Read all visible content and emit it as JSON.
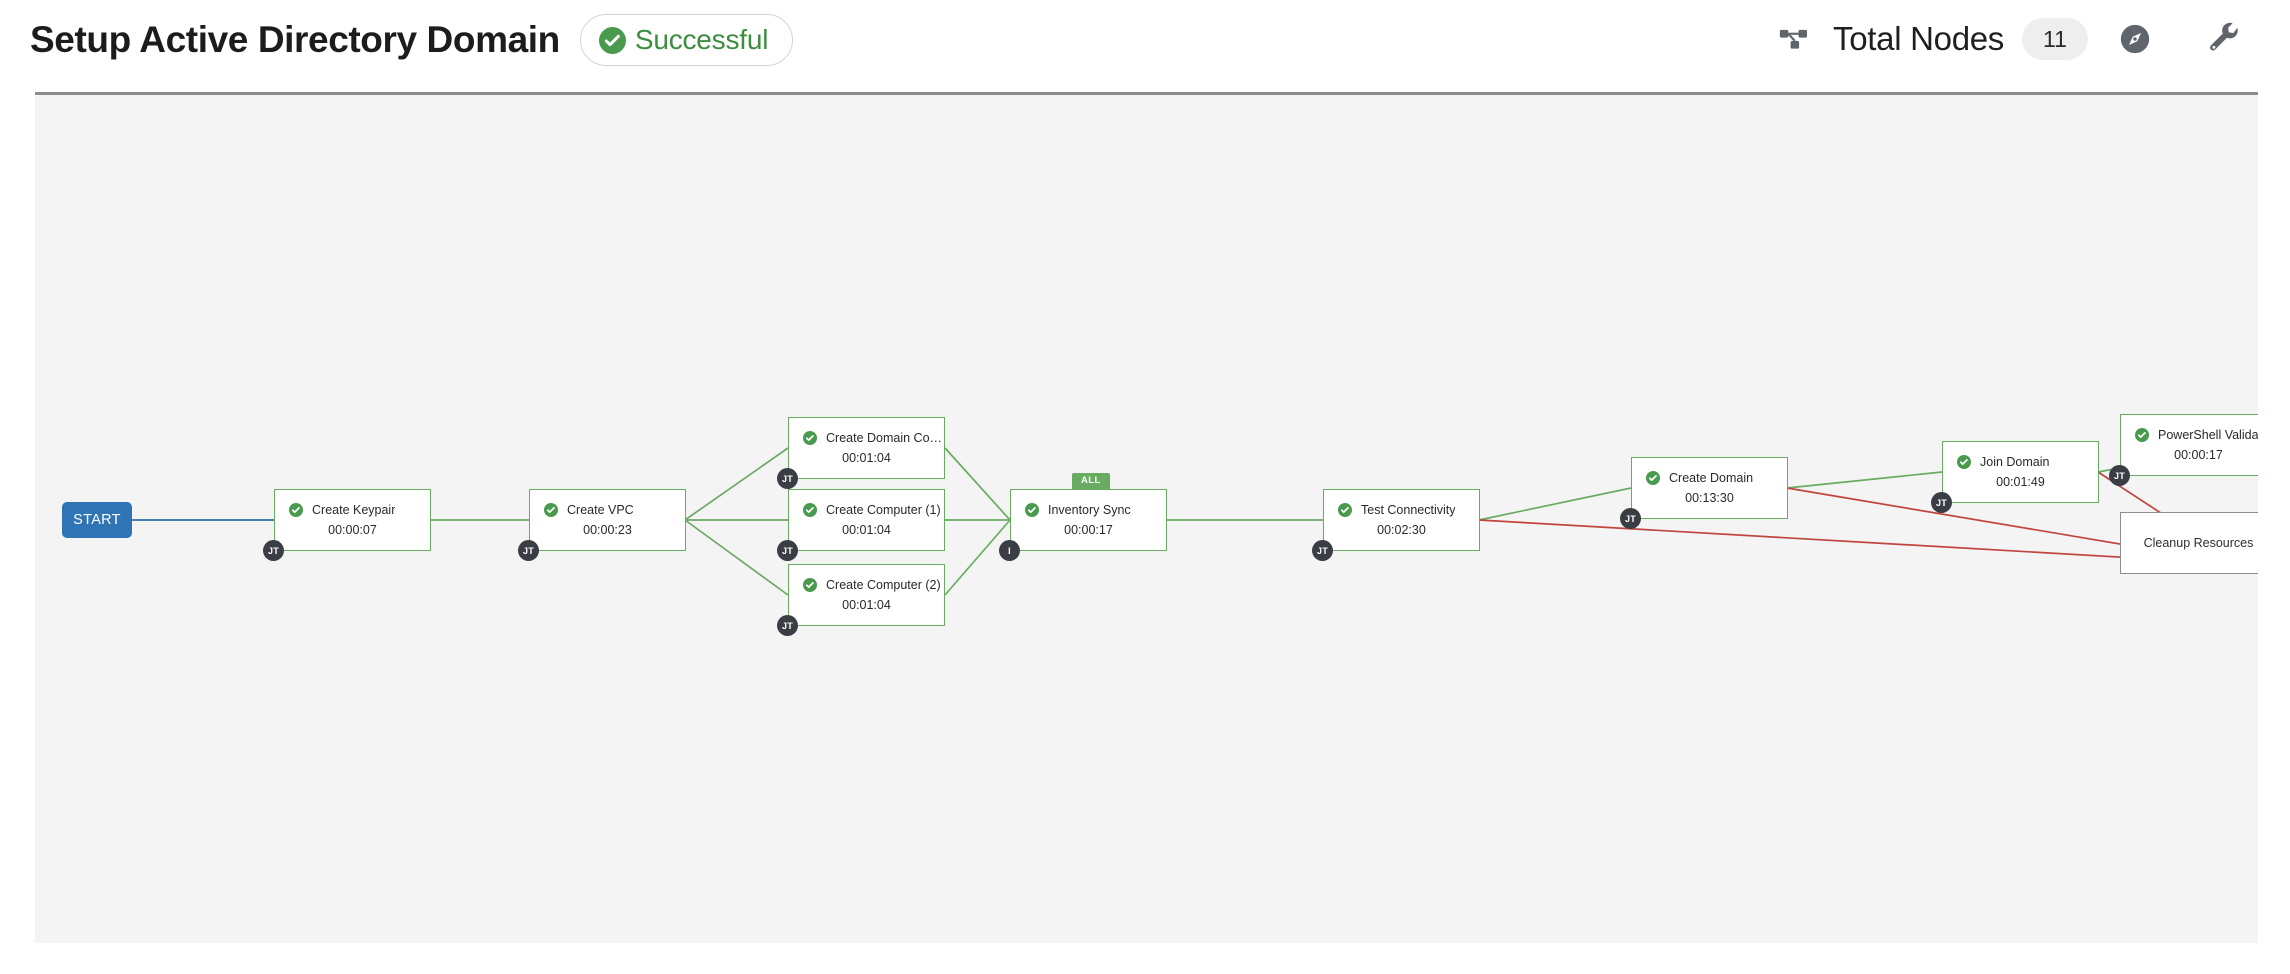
{
  "header": {
    "title": "Setup Active Directory Domain",
    "status": {
      "label": "Successful",
      "icon": "check-circle-icon",
      "color": "#3e8e41"
    },
    "sitemap_icon": "sitemap-icon",
    "total_nodes_label": "Total Nodes",
    "total_nodes_count": "11",
    "compass_icon": "compass-icon",
    "wrench_icon": "wrench-icon"
  },
  "canvas": {
    "start_label": "START",
    "nodes": [
      {
        "id": "create-keypair",
        "title": "Create Keypair",
        "elapsed": "00:00:07",
        "status": "success",
        "badge": "JT"
      },
      {
        "id": "create-vpc",
        "title": "Create VPC",
        "elapsed": "00:00:23",
        "status": "success",
        "badge": "JT"
      },
      {
        "id": "create-domain-controller",
        "title": "Create Domain Contr...",
        "elapsed": "00:01:04",
        "status": "success",
        "badge": "JT"
      },
      {
        "id": "create-computer-1",
        "title": "Create Computer (1)",
        "elapsed": "00:01:04",
        "status": "success",
        "badge": "JT"
      },
      {
        "id": "create-computer-2",
        "title": "Create Computer (2)",
        "elapsed": "00:01:04",
        "status": "success",
        "badge": "JT"
      },
      {
        "id": "inventory-sync",
        "title": "Inventory Sync",
        "elapsed": "00:00:17",
        "status": "success",
        "badge": "I",
        "tab": "ALL"
      },
      {
        "id": "test-connectivity",
        "title": "Test Connectivity",
        "elapsed": "00:02:30",
        "status": "success",
        "badge": "JT"
      },
      {
        "id": "create-domain",
        "title": "Create Domain",
        "elapsed": "00:13:30",
        "status": "success",
        "badge": "JT"
      },
      {
        "id": "join-domain",
        "title": "Join Domain",
        "elapsed": "00:01:49",
        "status": "success",
        "badge": "JT"
      },
      {
        "id": "powershell-validation",
        "title": "PowerShell Validation",
        "elapsed": "00:00:17",
        "status": "success",
        "badge": "JT"
      },
      {
        "id": "cleanup-resources",
        "title": "Cleanup Resources",
        "elapsed": "",
        "status": "pending",
        "badge": ""
      }
    ],
    "colors": {
      "success_edge": "#6aab62",
      "failure_edge": "#c1453f",
      "start_edge": "#4a7db5",
      "node_border_success": "#6aab62",
      "node_border_pending": "#8e8e8e",
      "start_fill": "#2f74b5",
      "badge_fill": "#3a3d44",
      "canvas_bg": "#f4f4f4"
    }
  }
}
